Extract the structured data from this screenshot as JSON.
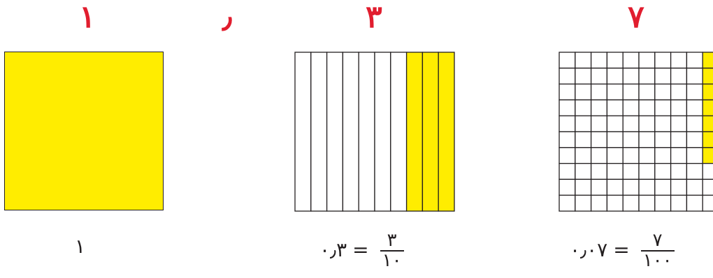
{
  "colors": {
    "digit": "#e11d2e",
    "shade": "#ffed00",
    "grid_line": "#231f20",
    "background": "#ffffff"
  },
  "place_digits": {
    "ones": "١",
    "separator": "٫",
    "tenths": "٣",
    "hundredths": "٧"
  },
  "models": {
    "whole": {
      "shaded_parts": 1,
      "total_parts": 1,
      "caption": "١"
    },
    "tenths": {
      "shaded_parts": 3,
      "total_parts": 10,
      "decimal": "٠٫٣",
      "equals": "=",
      "numerator": "٣",
      "denominator": "١٠"
    },
    "hundredths": {
      "shaded_parts": 7,
      "total_parts": 100,
      "decimal": "٠٫٠٧",
      "equals": "=",
      "numerator": "٧",
      "denominator": "١٠٠"
    }
  }
}
